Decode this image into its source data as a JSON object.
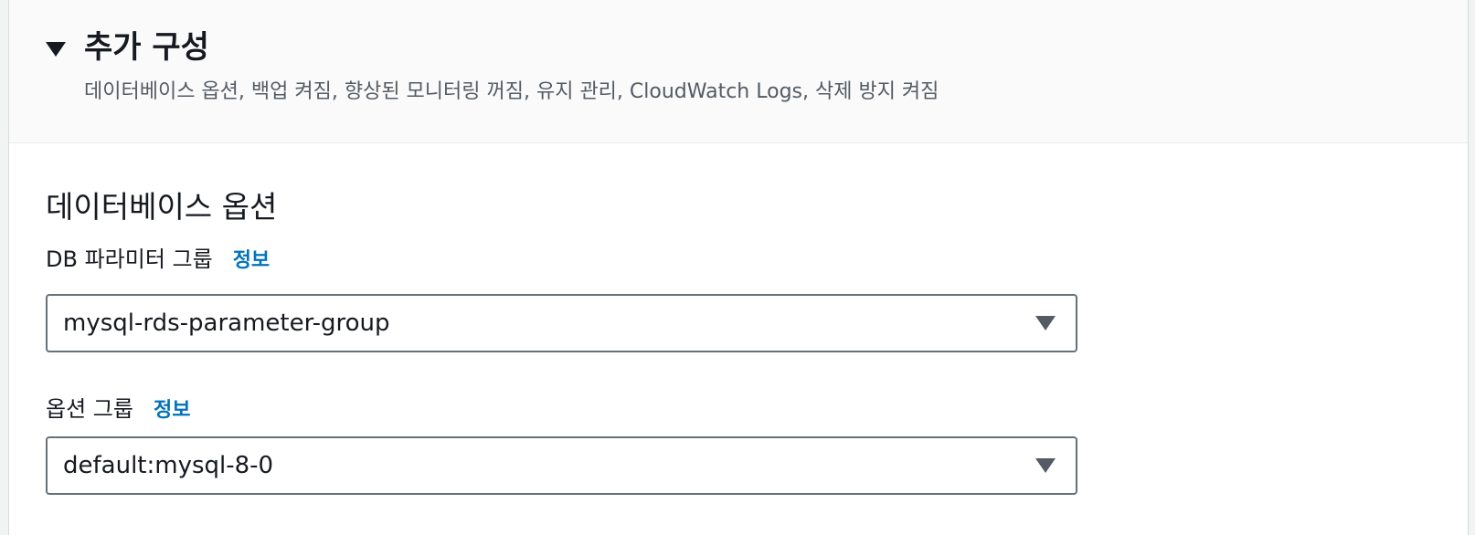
{
  "expander": {
    "title": "추가 구성",
    "description": "데이터베이스 옵션, 백업 켜짐, 향상된 모니터링 꺼짐, 유지 관리, CloudWatch Logs, 삭제 방지 켜짐",
    "expanded": true
  },
  "database_options": {
    "title": "데이터베이스 옵션",
    "parameter_group": {
      "label": "DB 파라미터 그룹",
      "info_label": "정보",
      "selected": "mysql-rds-parameter-group"
    },
    "option_group": {
      "label": "옵션 그룹",
      "info_label": "정보",
      "selected": "default:mysql-8-0"
    }
  },
  "colors": {
    "link": "#0073bb",
    "header_background": "#fafafa",
    "border": "#687078"
  },
  "icons": {
    "expander": "caret-down-icon",
    "select": "caret-down-icon"
  }
}
